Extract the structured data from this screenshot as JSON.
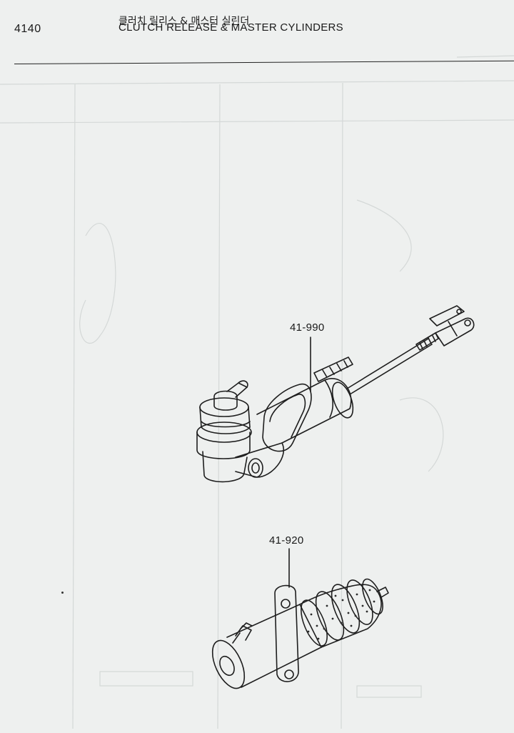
{
  "header": {
    "page_number": "4140",
    "title_korean": "클러치 릴리스 & 매스터 실린더",
    "title_english": "CLUTCH RELEASE & MASTER CYLINDERS"
  },
  "illustrations": [
    {
      "part_number": "41-990",
      "part_name": "clutch master cylinder"
    },
    {
      "part_number": "41-920",
      "part_name": "clutch release cylinder"
    }
  ]
}
